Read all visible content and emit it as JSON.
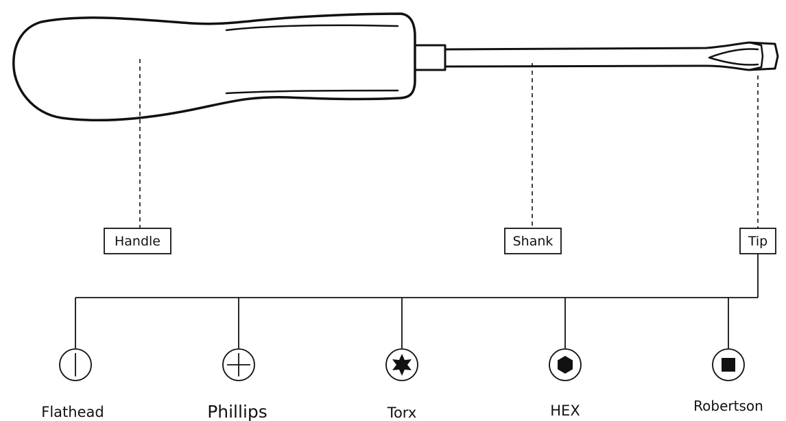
{
  "parts": {
    "handle": "Handle",
    "shank": "Shank",
    "tip": "Tip"
  },
  "tip_types": [
    {
      "label": "Flathead",
      "icon": "flathead-slot-icon"
    },
    {
      "label": "Phillips",
      "icon": "phillips-cross-icon"
    },
    {
      "label": "Torx",
      "icon": "torx-star-icon"
    },
    {
      "label": "HEX",
      "icon": "hex-hexagon-icon"
    },
    {
      "label": "Robertson",
      "icon": "robertson-square-icon"
    }
  ],
  "colors": {
    "stroke": "#111111",
    "background": "#ffffff"
  }
}
